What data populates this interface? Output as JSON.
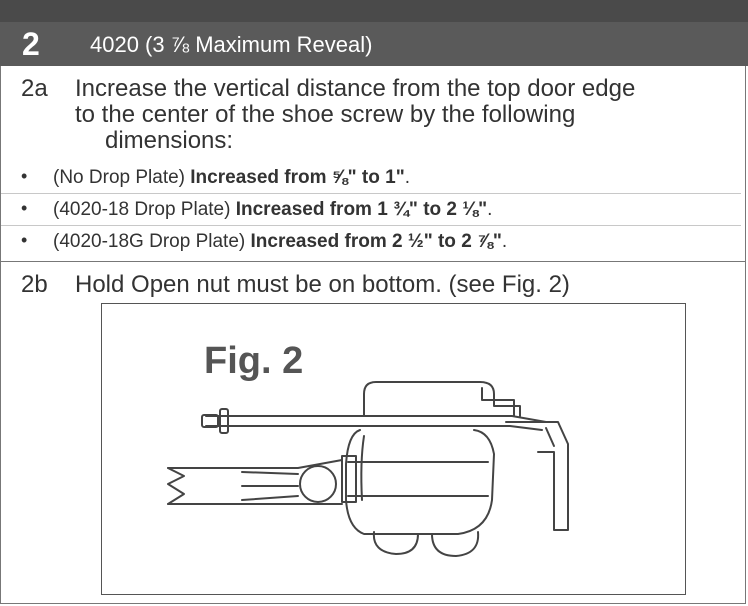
{
  "step": {
    "number": "2",
    "title": "4020 (3 ⅞ Maximum Reveal)"
  },
  "section_a": {
    "label": "2a",
    "text_line1": "Increase the vertical distance from the top door edge",
    "text_line2": "to the center of the shoe screw by the following",
    "text_line3": "dimensions:",
    "bullets": [
      {
        "prefix": "(No Drop Plate) ",
        "bold": "Increased from ⅝\" to 1\"",
        "suffix": "."
      },
      {
        "prefix": "(4020-18 Drop Plate) ",
        "bold": "Increased from 1 ¾\" to 2 ⅛\"",
        "suffix": "."
      },
      {
        "prefix": "(4020-18G Drop Plate) ",
        "bold": "Increased from 2 ½\" to 2 ⅞\"",
        "suffix": "."
      }
    ]
  },
  "section_b": {
    "label": "2b",
    "text": "Hold Open nut must be on bottom. (see Fig. 2)",
    "figure_label": "Fig. 2"
  },
  "bullet_char": "•"
}
